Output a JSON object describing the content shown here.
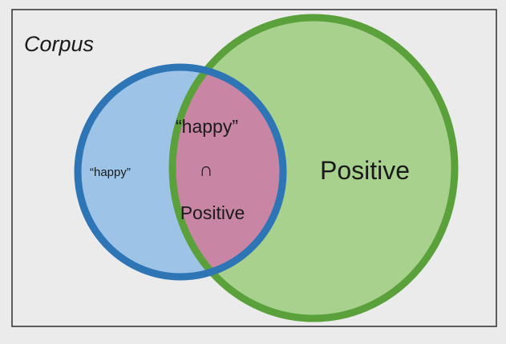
{
  "diagram": {
    "corpus_label": "Corpus",
    "happy_only_label": "“happy”",
    "intersection": {
      "top_label": "“happy”",
      "symbol": "∩",
      "bottom_label": "Positive"
    },
    "positive_label": "Positive"
  },
  "colors": {
    "background": "#ebebeb",
    "frame_border": "#3a3a3a",
    "positive_fill": "#a9d18e",
    "positive_stroke": "#5aa13c",
    "happy_fill": "#9dc3e6",
    "happy_stroke": "#2e75b6",
    "intersection_fill": "#c986a4",
    "text": "#1a1a1a"
  }
}
